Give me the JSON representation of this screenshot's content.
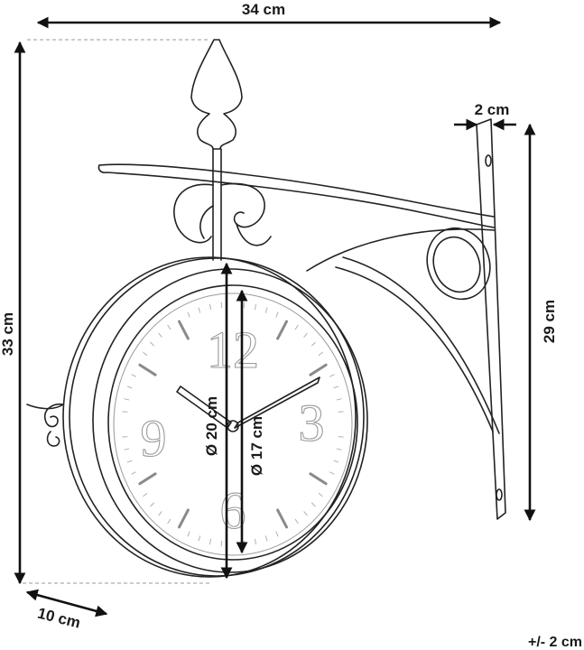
{
  "dimensions": {
    "width": "34 cm",
    "height": "33 cm",
    "depth": "10 cm",
    "bracket_width": "2 cm",
    "bracket_height": "29 cm",
    "outer_diameter": "Ø 20 cm",
    "dial_diameter": "Ø 17 cm",
    "tolerance": "+/- 2 cm"
  },
  "dial": {
    "numerals": [
      "12",
      "3",
      "6",
      "9"
    ]
  }
}
